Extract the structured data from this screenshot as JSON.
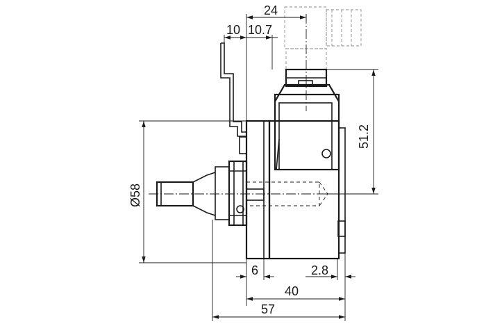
{
  "dimensions": {
    "d24": "24",
    "d10": "10",
    "d10_7": "10.7",
    "d51_2": "51.2",
    "d58": "Ø58",
    "d6": "6",
    "d2_8": "2.8",
    "d40": "40",
    "d57": "57"
  }
}
